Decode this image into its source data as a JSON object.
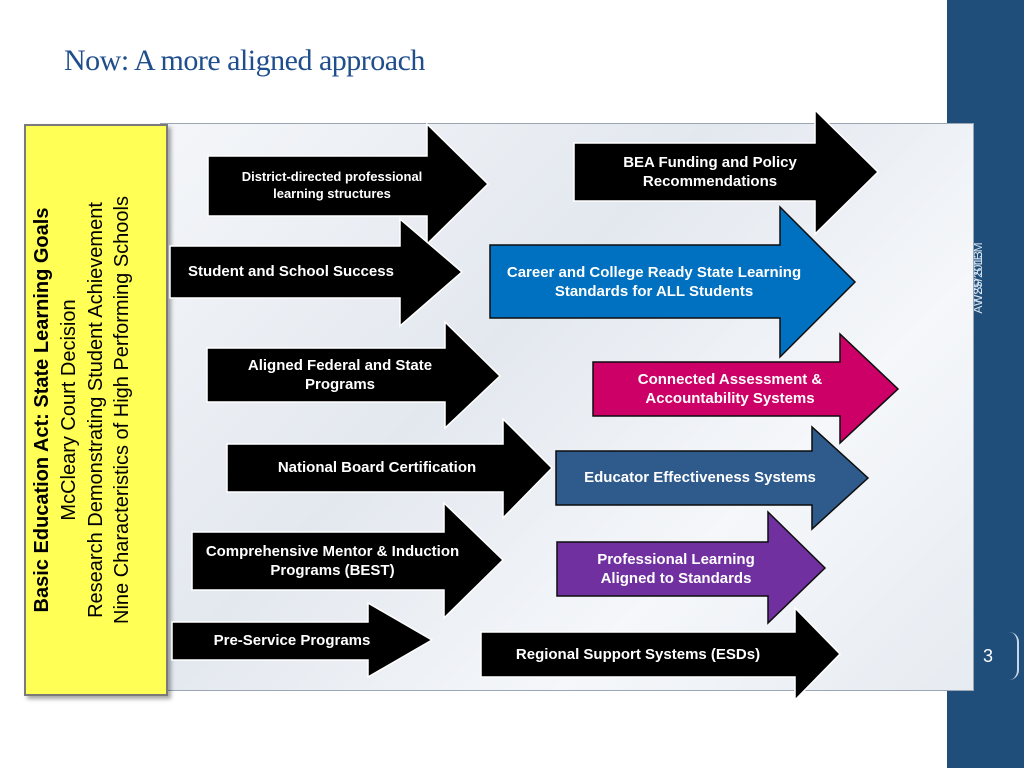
{
  "title": "Now: A more aligned  approach",
  "sidebar": {
    "date": "7/25/2013",
    "footer": "AWSP STEM",
    "page_number": "3"
  },
  "goals_box": {
    "line1": "Basic Education Act: State Learning Goals",
    "line2": "McCleary Court Decision",
    "line3": "Research Demonstrating Student Achievement",
    "line4": "Nine Characteristics of High Performing Schools"
  },
  "arrows": {
    "district_directed": "District-directed professional learning structures",
    "student_school_success": "Student and School Success",
    "aligned_federal_state": "Aligned Federal and State Programs",
    "national_board": "National Board Certification",
    "mentor_induction": "Comprehensive Mentor & Induction Programs (BEST)",
    "pre_service": "Pre-Service Programs",
    "bea_funding": "BEA Funding and Policy Recommendations",
    "career_college": "Career and College Ready State Learning Standards for ALL Students",
    "connected_assessment": "Connected Assessment & Accountability Systems",
    "educator_effectiveness": "Educator Effectiveness Systems",
    "professional_learning": "Professional Learning Aligned to Standards",
    "regional_support": "Regional Support Systems (ESDs)"
  },
  "colors": {
    "title": "#1f4e8c",
    "sidebar": "#1f4e7a",
    "goals_fill": "#ffff55",
    "black_arrow": "#000000",
    "blue_arrow": "#0070c0",
    "magenta_arrow": "#cc0066",
    "slate_arrow": "#2e5a8c",
    "purple_arrow": "#7030a0"
  }
}
